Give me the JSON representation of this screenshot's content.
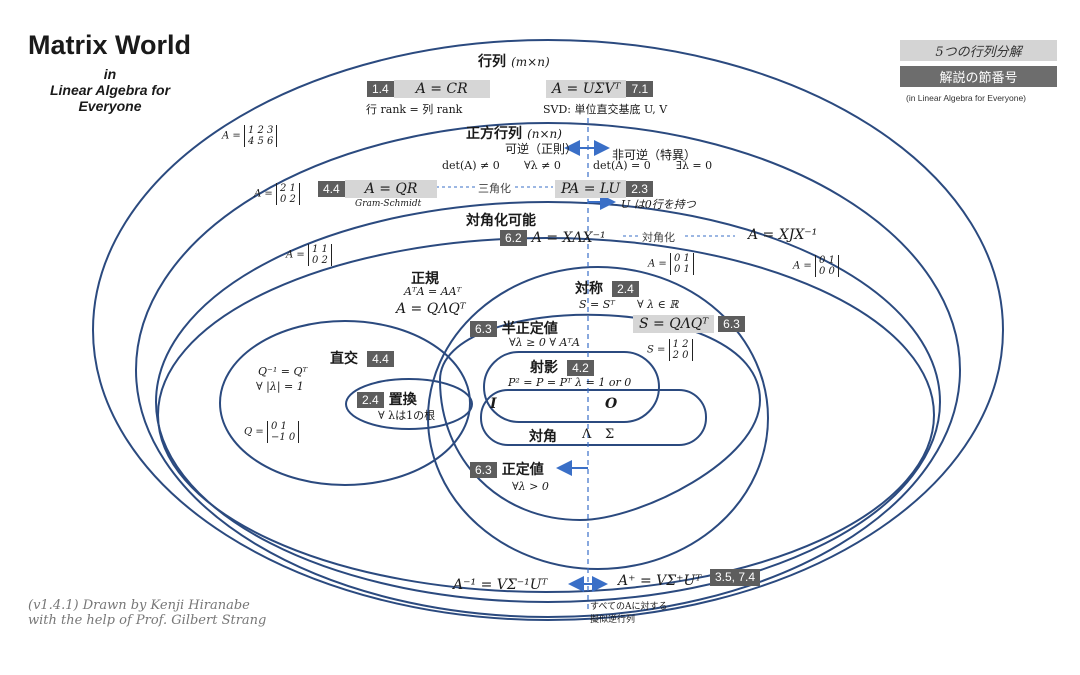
{
  "header": {
    "title": "Matrix World",
    "subtitle_line1": "in",
    "subtitle_line2": "Linear Algebra for",
    "subtitle_line3": "Everyone"
  },
  "legend": {
    "five_decomp": "5つの行列分解",
    "section_num": "解説の節番号",
    "note": "(in Linear Algebra for Everyone)"
  },
  "regions": {
    "matrix": {
      "label": "行列",
      "dim": "(m×n)"
    },
    "square": {
      "label": "正方行列",
      "dim": "(n×n)"
    },
    "diag": {
      "label": "対角化可能"
    },
    "normal": {
      "label": "正規",
      "eq1": "AᵀA = AAᵀ",
      "eq2": "A = QΛQᵀ"
    },
    "symmetric": {
      "label": "対称",
      "tag": "2.4",
      "eq1": "S = Sᵀ",
      "eq2": "∀ λ ∈ ℝ",
      "decomp": "S = QΛQᵀ",
      "decomp_tag": "6.3"
    },
    "orthogonal": {
      "label": "直交",
      "tag": "4.4",
      "eq1": "Q⁻¹ = Qᵀ",
      "eq2": "∀ |λ| = 1"
    },
    "permutation": {
      "label": "置換",
      "tag": "2.4",
      "eq": "∀ λは1の根"
    },
    "semidef": {
      "label": "半正定値",
      "tag": "6.3",
      "eq": "∀λ ≥ 0   ∀ AᵀA"
    },
    "projection": {
      "label": "射影",
      "tag": "4.2",
      "eq": "P² = P = Pᵀ   λ = 1 or 0"
    },
    "diagonal": {
      "label": "対角",
      "lam": "Λ",
      "sig": "Σ"
    },
    "posdef": {
      "label": "正定値",
      "tag": "6.3",
      "eq": "∀λ > 0"
    },
    "identity": "I",
    "zero": "O"
  },
  "decomps": {
    "cr": {
      "tag": "1.4",
      "eq": "A = CR",
      "note": "行 rank = 列 rank"
    },
    "svd": {
      "tag": "7.1",
      "eq": "A = UΣVᵀ",
      "note": "SVD: 単位直交基底 U, V"
    },
    "qr": {
      "tag": "4.4",
      "eq": "A = QR",
      "note": "Gram-Schmidt"
    },
    "lu": {
      "tag": "2.3",
      "eq": "PA = LU",
      "note": "U は0行を持つ"
    },
    "eig": {
      "tag": "6.2",
      "eq": "A = XΛX⁻¹"
    },
    "jordan": {
      "eq": "A = XJX⁻¹"
    },
    "tri_label": "三角化",
    "diag_label": "対角化"
  },
  "invertibility": {
    "invertible": "可逆（正則）",
    "singular": "非可逆（特異）",
    "det_nonzero": "det(A) ≠ 0",
    "all_lambda": "∀λ ≠ 0",
    "det_zero": "det(A) = 0",
    "exists_lambda": "∃λ = 0"
  },
  "examples": {
    "m1": {
      "row1": "1  2  3",
      "row2": "4  5  6"
    },
    "m2": {
      "row1": "2  1",
      "row2": "0  2"
    },
    "m3": {
      "row1": "1  1",
      "row2": "0  2"
    },
    "m4": {
      "row1": "0  1",
      "row2": "0  1"
    },
    "m5": {
      "row1": "0  1",
      "row2": "0  0"
    },
    "m6": {
      "row1": "1  2",
      "row2": "2  0"
    },
    "m7": {
      "row1": "0   1",
      "row2": "−1  0"
    },
    "a_eq": "A =",
    "s_eq": "S =",
    "q_eq": "Q ="
  },
  "bottom": {
    "inv": "A⁻¹ = VΣ⁻¹Uᵀ",
    "pinv": "A⁺ = VΣ⁺Uᵀ",
    "pinv_tag": "3.5, 7.4",
    "pinv_note1": "すべてのAに対する",
    "pinv_note2": "擬似逆行列"
  },
  "credit": {
    "line1": "(v1.4.1) Drawn by Kenji Hiranabe",
    "line2": "with the help of Prof. Gilbert Strang"
  },
  "colors": {
    "outline": "#2b4a7f",
    "arrow": "#3a6fc7",
    "tag": "#5d5d5d",
    "eq_bg": "#d6d6d6"
  }
}
